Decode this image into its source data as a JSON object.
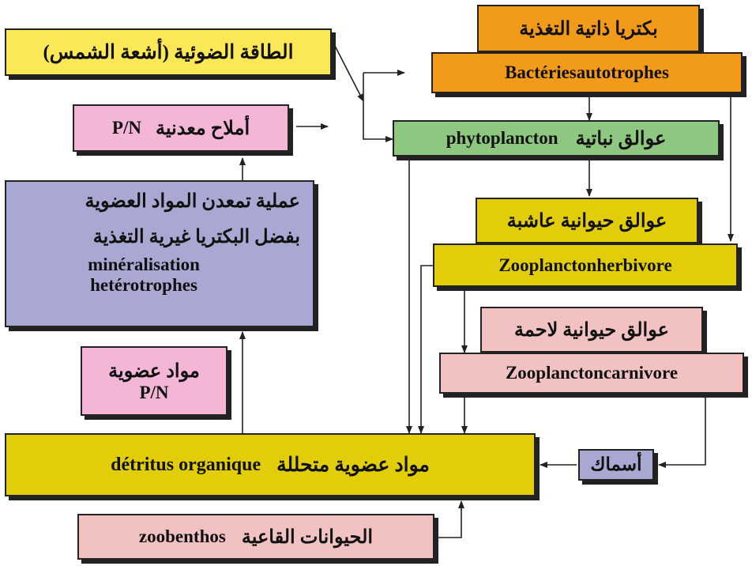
{
  "colors": {
    "yellow_light": "#fbe857",
    "pink": "#f3b6d7",
    "lavender": "#a9a8d2",
    "orange": "#f29a1a",
    "green": "#8ec77f",
    "mustard": "#e2cd0a",
    "rose": "#f2c2c2"
  },
  "nodes": {
    "light_energy": {
      "ar": "الطاقة الضوئية (أشعة الشمس)"
    },
    "mineral_salts": {
      "ar": "أملاح معدنية",
      "fr": "P/N"
    },
    "mineralisation": {
      "ar_line1": "عملية تمعدن المواد العضوية",
      "ar_line2": "بفضل البكتريا غيرية التغذية",
      "fr_line1": "minéralisation",
      "fr_line2": "hetérotrophes"
    },
    "organic_matter": {
      "ar": "مواد عضوية",
      "fr": "P/N"
    },
    "detritus": {
      "fr": "détritus organique",
      "ar": "مواد عضوية متحللة"
    },
    "zoobenthos": {
      "fr": "zoobenthos",
      "ar": "الحيوانات القاعية"
    },
    "bacteria": {
      "ar": "بكتريا ذاتية التغذية",
      "fr": "Bactériesautotrophes"
    },
    "phytoplankton": {
      "fr": "phytoplancton",
      "ar": "عوالق نباتية"
    },
    "zoo_herbivore": {
      "ar": "عوالق حيوانية عاشبة",
      "fr": "Zooplanctonherbivore"
    },
    "zoo_carnivore": {
      "ar": "عوالق حيوانية لاحمة",
      "fr": "Zooplanctoncarnivore"
    },
    "fish": {
      "ar": "أسماك"
    }
  }
}
